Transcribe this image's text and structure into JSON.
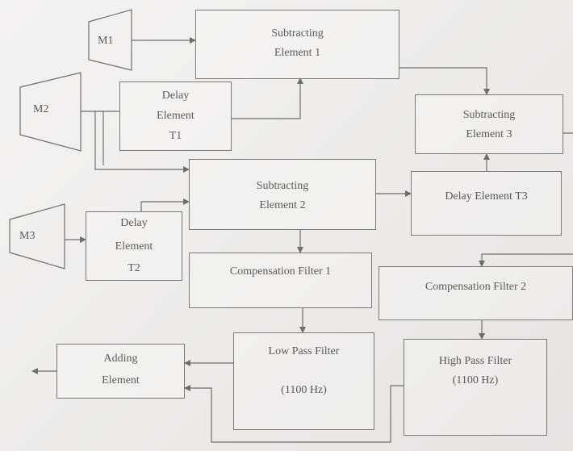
{
  "diagram": {
    "microphones": {
      "m1": "M1",
      "m2": "M2",
      "m3": "M3"
    },
    "subtracting_1": {
      "line1": "Subtracting",
      "line2": "Element  1"
    },
    "subtracting_2": {
      "line1": "Subtracting",
      "line2": "Element  2"
    },
    "subtracting_3": {
      "line1": "Subtracting",
      "line2": "Element  3"
    },
    "delay_t1": {
      "line1": "Delay",
      "line2": "Element",
      "line3": "T1"
    },
    "delay_t2": {
      "line1": "Delay",
      "line2": "Element",
      "line3": "T2"
    },
    "delay_t3": {
      "line1": "Delay Element  T3"
    },
    "compensation_1": {
      "line1": "Compensation  Filter  1"
    },
    "compensation_2": {
      "line1": "Compensation  Filter  2"
    },
    "low_pass": {
      "line1": "Low Pass Filter",
      "line2": "(1100 Hz)"
    },
    "high_pass": {
      "line1": "High Pass Filter",
      "line2": "(1100 Hz)"
    },
    "adding": {
      "line1": "Adding",
      "line2": "Element"
    }
  },
  "colors": {
    "line": "#6e6e6e",
    "text": "#5a5a5a",
    "background": "#eeeded"
  }
}
